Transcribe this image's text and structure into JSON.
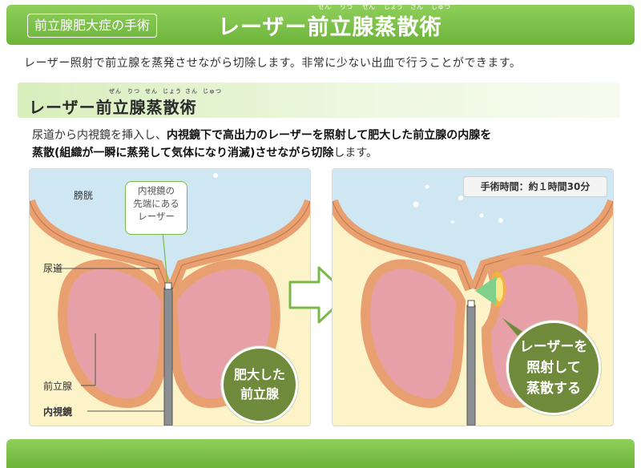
{
  "header": {
    "category_tag": "前立腺肥大症の手術",
    "title": "レーザー前立腺蒸散術",
    "ruby": [
      "ぜん",
      "りつ",
      "せん",
      "じょう",
      "さん",
      "じゅつ"
    ]
  },
  "lead_text": "レーザー照射で前立腺を蒸発させながら切除します。非常に少ない出血で行うことができます。",
  "section": {
    "title": "レーザー前立腺蒸散術",
    "ruby": [
      "ぜん",
      "りつ",
      "せん",
      "じょう",
      "さん",
      "じゅつ"
    ],
    "desc_line1_pre": "尿道から内視鏡を挿入し、",
    "desc_line1_bold": "内視鏡下で高出力のレーザーを照射して肥大した前立腺の内腺を",
    "desc_line2_bold": "蒸散(組織が一瞬に蒸発して気体になり消滅)させながら切除",
    "desc_line2_post": "します。"
  },
  "left_panel": {
    "label_bladder": "膀胱",
    "label_urethra": "尿道",
    "label_prostate": "前立腺",
    "label_endoscope": "内視鏡",
    "callout_lines": [
      "内視鏡の",
      "先端にある",
      "レーザー"
    ],
    "circle_lines": [
      "肥大した",
      "前立腺"
    ]
  },
  "right_panel": {
    "time_text": "手術時間：約１時間30分",
    "circle_lines": [
      "レーザーを",
      "照射して",
      "蒸散する"
    ]
  },
  "colors": {
    "brand_green": "#6cb43a",
    "circle_green": "#6e8a3a",
    "tissue_pink": "#e8a0a8",
    "tissue_orange": "#e8a070",
    "bladder_blue": "#cfe6f3",
    "background_yellow": "#fdf3c8"
  }
}
